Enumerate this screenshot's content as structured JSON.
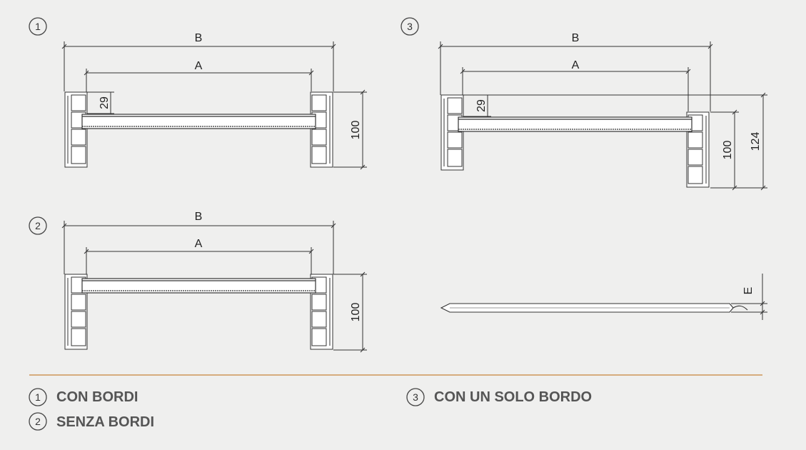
{
  "figures": {
    "fig1": {
      "number": "1",
      "dim_b": "B",
      "dim_a": "A",
      "dim_offset": "29",
      "dim_height": "100"
    },
    "fig2": {
      "number": "2",
      "dim_b": "B",
      "dim_a": "A",
      "dim_height": "100"
    },
    "fig3": {
      "number": "3",
      "dim_b": "B",
      "dim_a": "A",
      "dim_offset": "29",
      "dim_height": "100",
      "dim_total": "124"
    },
    "fig4": {
      "dim_e": "E"
    }
  },
  "legend": {
    "items": [
      {
        "number": "1",
        "label": "CON BORDI"
      },
      {
        "number": "2",
        "label": "SENZA BORDI"
      },
      {
        "number": "3",
        "label": "CON UN SOLO BORDO"
      }
    ]
  },
  "colors": {
    "divider": "#c8833a",
    "line": "#333333",
    "fill": "#ffffff"
  }
}
